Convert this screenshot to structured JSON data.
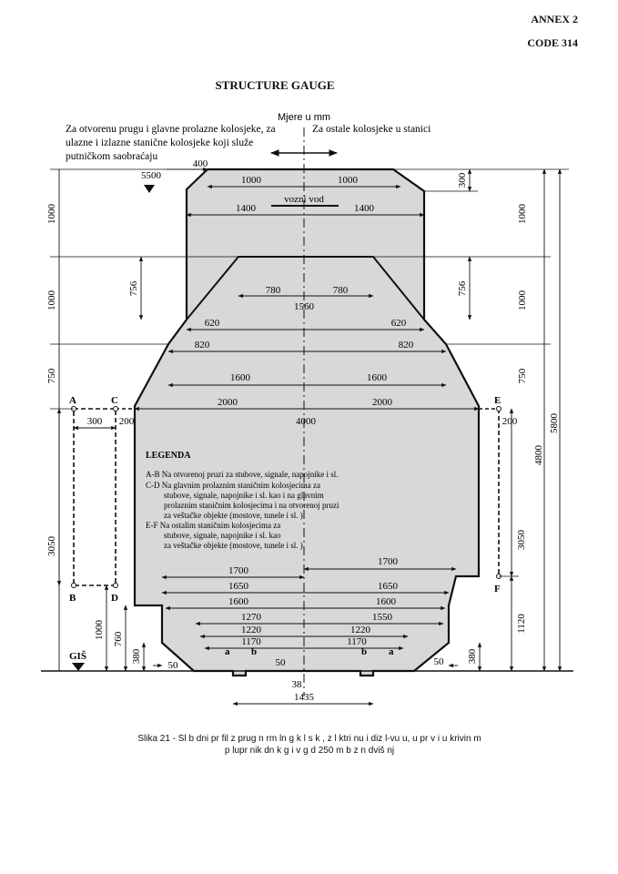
{
  "header": {
    "annex": "ANNEX 2",
    "code": "CODE 314",
    "title": "STRUCTURE GAUGE"
  },
  "figure": {
    "units_label": "Mjere u mm",
    "note_left": [
      "Za otvorenu prugu i glavne prolazne kolosjeke, za",
      "ulazne i izlazne staničnе kolosjeke koji služe",
      "putničkom saobraćaju"
    ],
    "note_right": "Za ostale kolosjeke u stanici",
    "contact_wire_label": "vozni vod",
    "gis_label": "GIŠ",
    "point_labels": {
      "A": "A",
      "B": "B",
      "C": "C",
      "D": "D",
      "E": "E",
      "F": "F",
      "a_left": "a",
      "b_left": "b",
      "a_right": "a",
      "b_right": "b"
    },
    "dims": {
      "d400": "400",
      "d5500": "5500",
      "top_1000_l": "1000",
      "top_1000_r": "1000",
      "d300_top": "300",
      "d1400_l": "1400",
      "d1400_r": "1400",
      "d780_l": "780",
      "d780_r": "780",
      "d1560": "1560",
      "d620_l": "620",
      "d620_r": "620",
      "d820_l": "820",
      "d820_r": "820",
      "d1600_l": "1600",
      "d1600_r": "1600",
      "d2000_l": "2000",
      "d2000_r": "2000",
      "d4000": "4000",
      "d300_ab": "300",
      "d200_l": "200",
      "d200_r": "200",
      "d1700_r_upper": "1700",
      "d1700_l": "1700",
      "d1650_l": "1650",
      "d1650_r": "1650",
      "d1600b_l": "1600",
      "d1600b_r": "1600",
      "d1270": "1270",
      "d1550": "1550",
      "d1220_l": "1220",
      "d1220_r": "1220",
      "d1170_l": "1170",
      "d1170_r": "1170",
      "d50_l": "50",
      "d50_mid": "50",
      "d50_r": "50",
      "d38": "38",
      "d1435": "1435",
      "v1000_a": "1000",
      "v1000_b": "1000",
      "v750": "750",
      "v3050_l": "3050",
      "v1000_low": "1000",
      "v760": "760",
      "v380_l": "380",
      "v756_l": "756",
      "v756_r": "756",
      "vr1000_a": "1000",
      "vr1000_b": "1000",
      "vr750": "750",
      "vr3050": "3050",
      "vr4800": "4800",
      "vr1120": "1120",
      "vr380": "380",
      "vr5800": "5800",
      "vr300": "300"
    },
    "legend": {
      "title": "LEGENDA",
      "lines": [
        "A-B  Na otvorenoj pruzi za stubove, signale, napojnike i sl.",
        "C-D  Na glavnim prolaznim staničnim kolosjecima za",
        "stubove, signale, napojnike i sl. kao i na glavnim",
        "prolaznim staničnim kolosjecima i na otvorenoj pruzi",
        "za veštačke objekte (mostove, tunele i sl. )",
        "E-F  Na ostalim staničnim kolosjecima za",
        "stubove, signale, napojnike i sl. kao",
        "za veštačke objekte (mostove, tunele i sl. )"
      ]
    },
    "colors": {
      "gauge_fill": "#d8d8d8",
      "outline": "#111111"
    }
  },
  "caption": {
    "line1": "Slika 21 - Sl  b  dni pr  fil z  prug   n  rm  ln  g k  l  s   k  , z    l  ktri  nu i diz  l-vu  u, u pr  v    i u krivin  m",
    "line2": "p  lupr    nik     dn  k g i v     g  d 250 m b  z  n  dviš  nj"
  }
}
